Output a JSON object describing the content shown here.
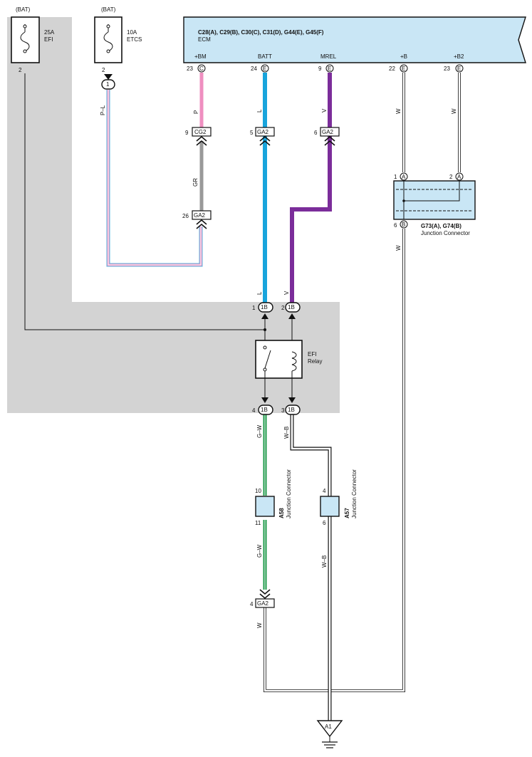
{
  "fuses": [
    {
      "source": "(BAT)",
      "rating": "25A",
      "name": "EFI",
      "pin": "2"
    },
    {
      "source": "(BAT)",
      "rating": "10A",
      "name": "ETCS",
      "pin": "2",
      "junction_pin": "1"
    }
  ],
  "ecm": {
    "connectors": "C28(A), C29(B), C30(C), C31(D), G44(E), G45(F)",
    "name": "ECM",
    "terminals": [
      {
        "label": "+BM",
        "pin": "23",
        "conn": "C"
      },
      {
        "label": "BATT",
        "pin": "24",
        "conn": "E"
      },
      {
        "label": "MREL",
        "pin": "9",
        "conn": "E"
      },
      {
        "label": "+B",
        "pin": "22",
        "conn": "E"
      },
      {
        "label": "+B2",
        "pin": "23",
        "conn": "E"
      }
    ]
  },
  "wire_colors": {
    "p_l": "P–L",
    "p": "P",
    "gr": "GR",
    "l": "L",
    "v": "V",
    "w": "W",
    "g_w": "G–W",
    "w_b": "W–B"
  },
  "inline_connectors": [
    {
      "pin": "9",
      "name": "CG2"
    },
    {
      "pin": "26",
      "name": "GA2"
    },
    {
      "pin": "5",
      "name": "GA2"
    },
    {
      "pin": "6",
      "name": "GA2"
    },
    {
      "pin": "4",
      "name": "GA2"
    }
  ],
  "junction_g73": {
    "name": "G73(A), G74(B)",
    "subtitle": "Junction Connector",
    "pins": [
      {
        "pin": "1",
        "conn": "A"
      },
      {
        "pin": "2",
        "conn": "A"
      },
      {
        "pin": "6",
        "conn": "B"
      }
    ]
  },
  "relay": {
    "name_line1": "EFI",
    "name_line2": "Relay",
    "pins": [
      {
        "pin": "1",
        "conn": "1B"
      },
      {
        "pin": "2",
        "conn": "1B"
      },
      {
        "pin": "4",
        "conn": "1B"
      },
      {
        "pin": "3",
        "conn": "1B"
      }
    ]
  },
  "junction_a58": {
    "name": "A58",
    "subtitle": "Junction Connector",
    "pin_top": "10",
    "pin_bottom": "11"
  },
  "junction_a57": {
    "name": "A57",
    "subtitle": "Junction Connector",
    "pin_top": "4",
    "pin_bottom": "6"
  },
  "ground": {
    "name": "A1"
  },
  "colors": {
    "gray_area": "#d3d3d3",
    "ecm_fill": "#c9e6f5",
    "pink": "#ef8fc0",
    "gray_wire": "#999999",
    "blue_wire": "#18a4dc",
    "purple_wire": "#7b2d9a",
    "green_wire": "#1e9a4a"
  }
}
